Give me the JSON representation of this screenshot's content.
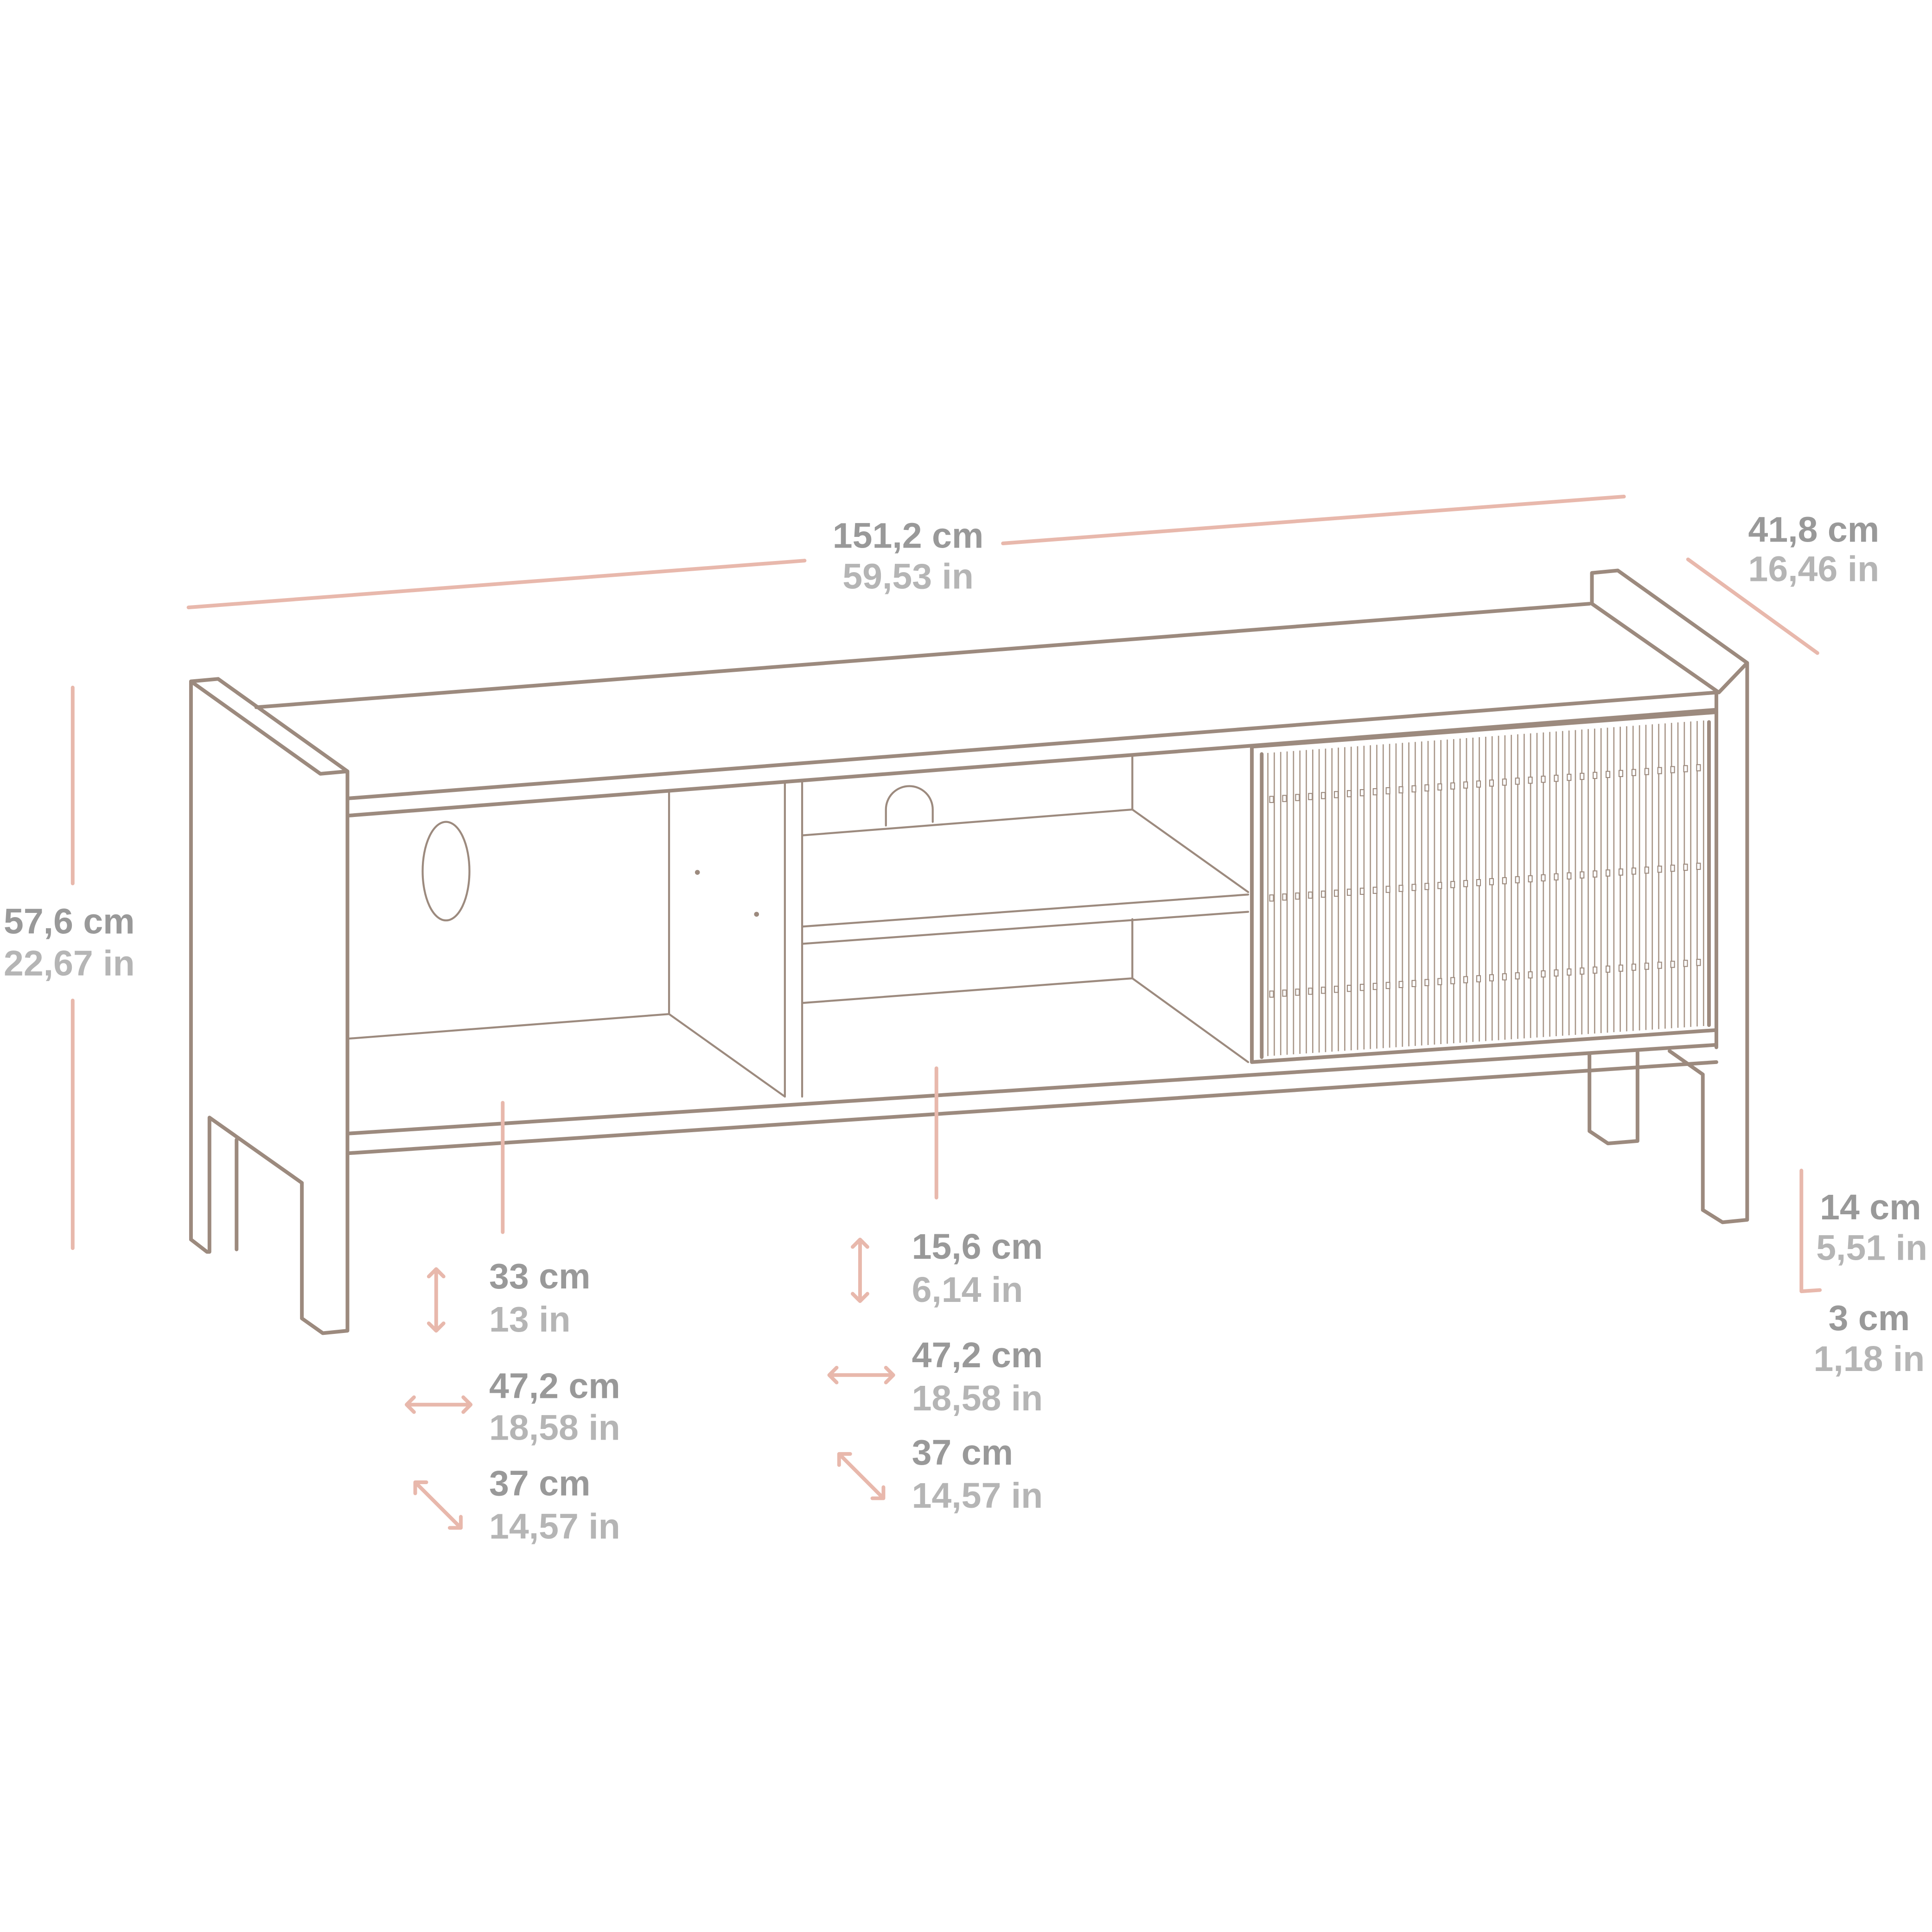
{
  "colors": {
    "furniture": "#9c8a7e",
    "dimension_line": "#e8b8ac",
    "cm_text": "#999999",
    "in_text": "#b5b5b5"
  },
  "dimensions": {
    "width": {
      "cm": "151,2 cm",
      "in": "59,53 in"
    },
    "depth": {
      "cm": "41,8 cm",
      "in": "16,46 in"
    },
    "height": {
      "cm": "57,6 cm",
      "in": "22,67 in"
    },
    "left_compartment": {
      "height": {
        "cm": "33 cm",
        "in": "13 in"
      },
      "width": {
        "cm": "47,2 cm",
        "in": "18,58 in"
      },
      "depth": {
        "cm": "37 cm",
        "in": "14,57 in"
      }
    },
    "middle_compartment": {
      "height": {
        "cm": "15,6 cm",
        "in": "6,14 in"
      },
      "width": {
        "cm": "47,2 cm",
        "in": "18,58 in"
      },
      "depth": {
        "cm": "37 cm",
        "in": "14,57 in"
      }
    },
    "leg_clearance": {
      "cm": "14 cm",
      "in": "5,51 in"
    },
    "leg_thickness": {
      "cm": "3 cm",
      "in": "1,18 in"
    }
  }
}
